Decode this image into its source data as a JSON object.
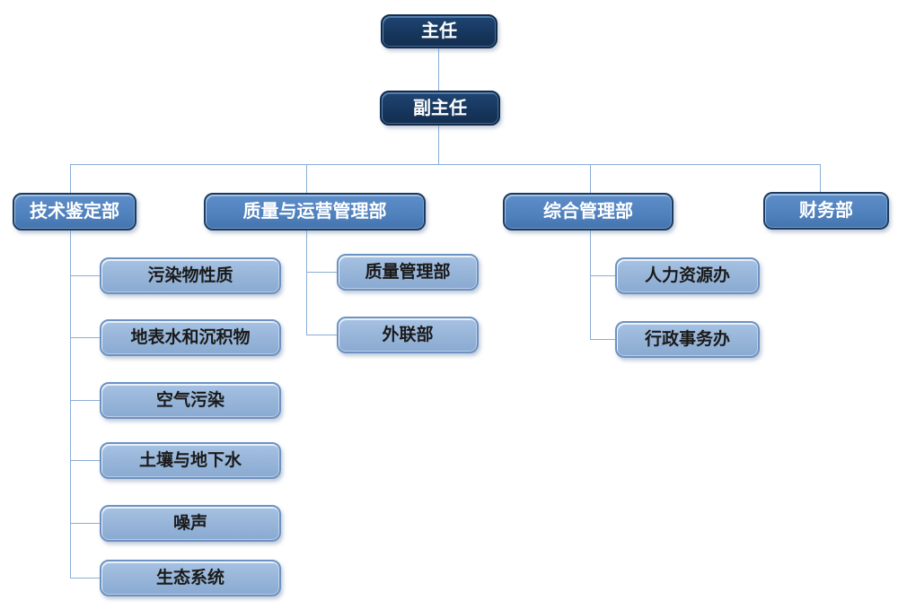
{
  "org": {
    "director": "主任",
    "deputy": "副主任",
    "departments": [
      {
        "label": "技术鉴定部",
        "children": [
          "污染物性质",
          "地表水和沉积物",
          "空气污染",
          "土壤与地下水",
          "噪声",
          "生态系统"
        ]
      },
      {
        "label": "质量与运营管理部",
        "children": [
          "质量管理部",
          "外联部"
        ]
      },
      {
        "label": "综合管理部",
        "children": [
          "人力资源办",
          "行政事务办"
        ]
      },
      {
        "label": "财务部",
        "children": []
      }
    ]
  },
  "colors": {
    "dark_fill": "#17375E",
    "mid_fill": "#4F81BD",
    "light_fill": "#95B3D7",
    "connector": "#8AADD6",
    "dark_text": "#FFFFFF",
    "mid_text": "#FFFFFF",
    "light_text": "#1A1A1A"
  }
}
